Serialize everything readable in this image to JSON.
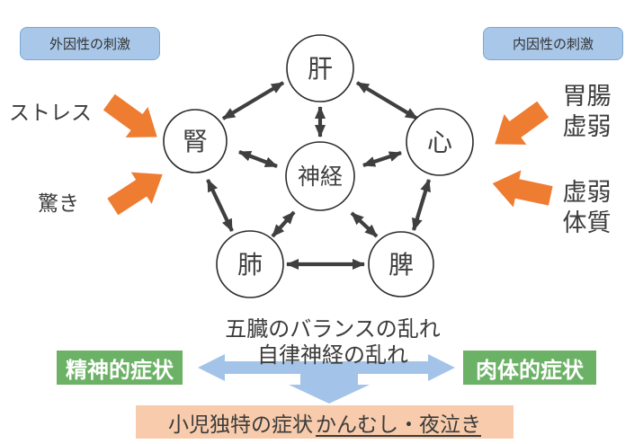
{
  "colors": {
    "box_blue_fill": "#A9C7E8",
    "box_blue_border": "#7DA7D4",
    "arrow_orange": "#EE7C31",
    "arrow_blue": "#A3C4E8",
    "box_green": "#6CB266",
    "box_peach": "#F7CBAB",
    "ink": "#3C3C3C"
  },
  "stimuli": {
    "external_label": "外因性の刺激",
    "internal_label": "内因性の刺激"
  },
  "external_factors": {
    "stress": "ストレス",
    "surprise": "驚き"
  },
  "internal_factors": {
    "gastro_line1": "胃腸",
    "gastro_line2": "虚弱",
    "weak_line1": "虚弱",
    "weak_line2": "体質"
  },
  "organs": {
    "liver": "肝",
    "kidney": "腎",
    "heart": "心",
    "nerve": "神経",
    "lung": "肺",
    "spleen": "脾"
  },
  "connections": [
    "肝-腎",
    "肝-心",
    "腎-肺",
    "心-脾",
    "肺-脾",
    "肝-神経",
    "腎-神経",
    "心-神経",
    "肺-神経",
    "脾-神経"
  ],
  "summary": {
    "line1": "五臓のバランスの乱れ",
    "line2": "自律神経の乱れ"
  },
  "symptoms": {
    "mental": "精神的症状",
    "physical": "肉体的症状"
  },
  "bottom": {
    "prefix": "小児独特の症状",
    "underlined": "かんむし・夜泣き"
  }
}
